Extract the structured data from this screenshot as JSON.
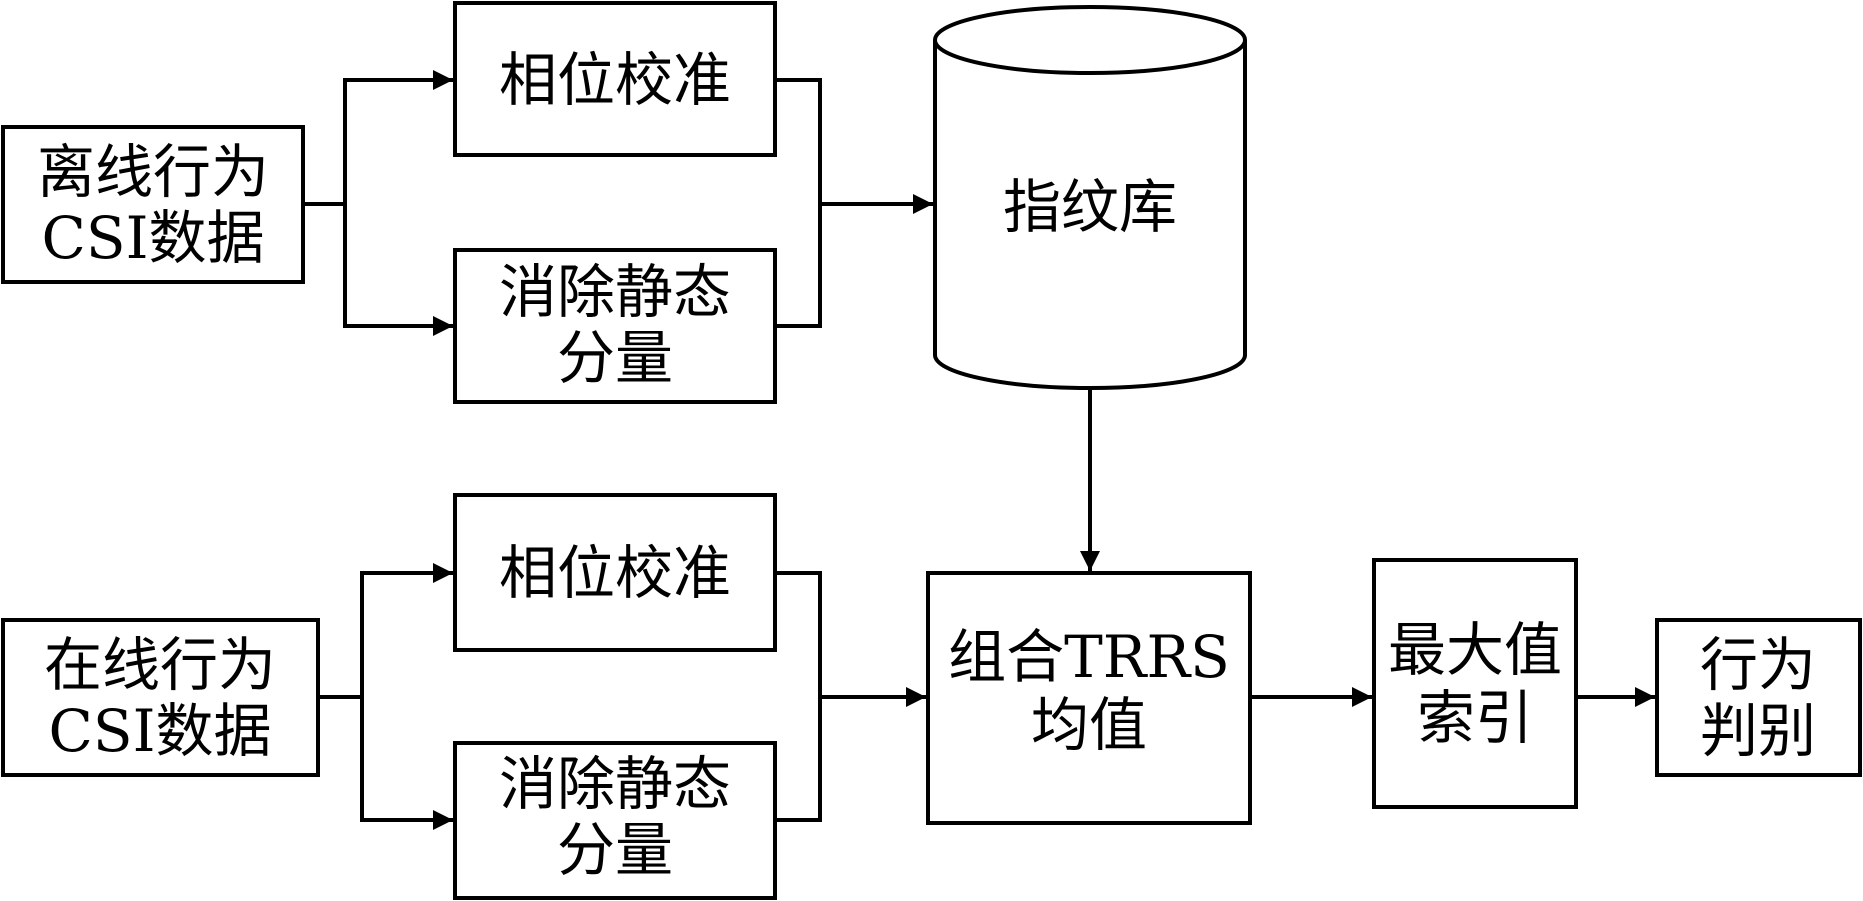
{
  "colors": {
    "stroke": "#000000",
    "background": "#ffffff",
    "text": "#000000"
  },
  "offline": {
    "input": {
      "line1": "离线行为",
      "line2": "CSI数据"
    },
    "phase": {
      "label": "相位校准"
    },
    "static": {
      "line1": "消除静态",
      "line2": "分量"
    }
  },
  "database": {
    "label": "指纹库"
  },
  "online": {
    "input": {
      "line1": "在线行为",
      "line2": "CSI数据"
    },
    "phase": {
      "label": "相位校准"
    },
    "static": {
      "line1": "消除静态",
      "line2": "分量"
    }
  },
  "trrs": {
    "line1": "组合TRRS",
    "line2": "均值"
  },
  "max_index": {
    "line1": "最大值",
    "line2": "索引"
  },
  "decision": {
    "line1": "行为",
    "line2": "判别"
  }
}
